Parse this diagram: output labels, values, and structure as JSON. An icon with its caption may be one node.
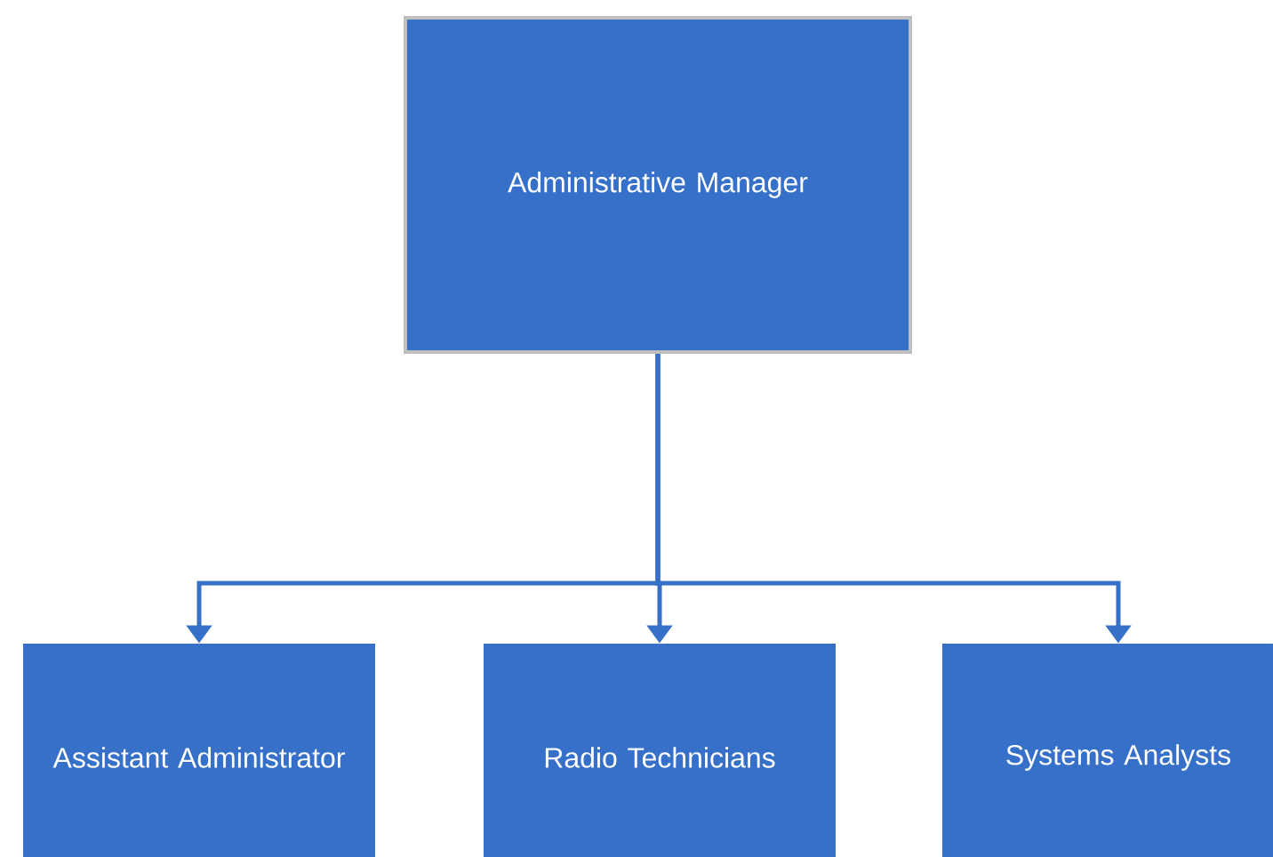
{
  "diagram": {
    "nodes": [
      {
        "text": [
          "Administrative Manager"
        ]
      },
      {
        "text": [
          "Assistant Administrator"
        ]
      },
      {
        "text": [
          "Radio Technicians"
        ]
      },
      {
        "text": [
          "Systems Analysts"
        ]
      }
    ],
    "edges": [
      {
        "from": 0,
        "to": 1,
        "arrow": "to"
      },
      {
        "from": 0,
        "to": 2,
        "arrow": "to"
      },
      {
        "from": 0,
        "to": 3,
        "arrow": "to"
      }
    ]
  }
}
